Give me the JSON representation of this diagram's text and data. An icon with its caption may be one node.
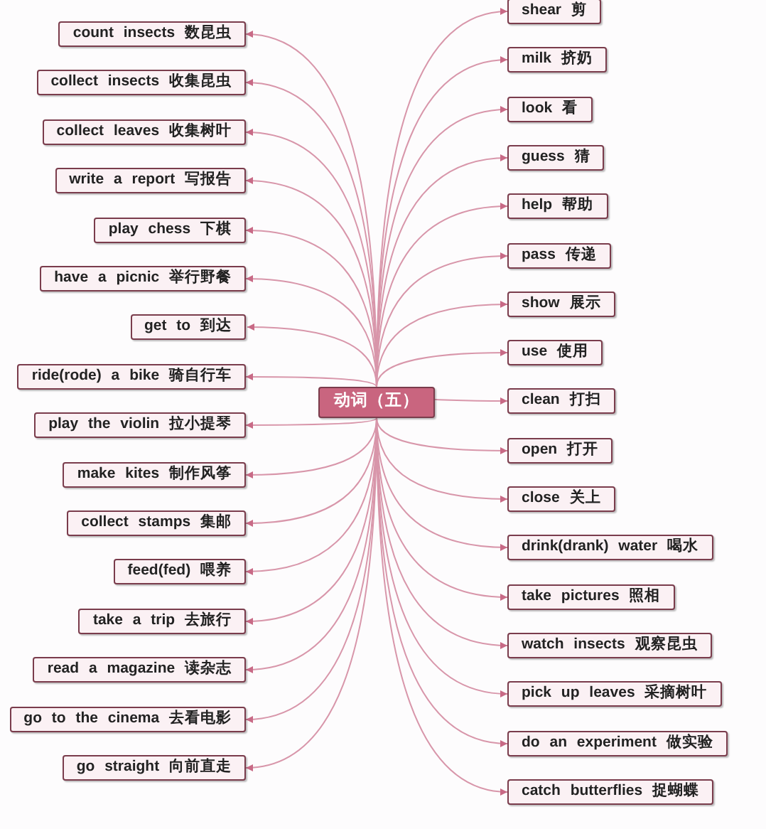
{
  "diagram": {
    "nodes": [
      {
        "text": [
          "动词（五）"
        ]
      },
      {
        "text": [
          "count insects 数昆虫"
        ]
      },
      {
        "text": [
          "collect insects 收集昆虫"
        ]
      },
      {
        "text": [
          "collect leaves 收集树叶"
        ]
      },
      {
        "text": [
          "write a report 写报告"
        ]
      },
      {
        "text": [
          "play chess 下棋"
        ]
      },
      {
        "text": [
          "have a picnic 举行野餐"
        ]
      },
      {
        "text": [
          "get to 到达"
        ]
      },
      {
        "text": [
          "ride(rode) a bike 骑自行车"
        ]
      },
      {
        "text": [
          "play the violin 拉小提琴"
        ]
      },
      {
        "text": [
          "make kites 制作风筝"
        ]
      },
      {
        "text": [
          "collect stamps 集邮"
        ]
      },
      {
        "text": [
          "feed(fed) 喂养"
        ]
      },
      {
        "text": [
          "take a trip 去旅行"
        ]
      },
      {
        "text": [
          "read a magazine 读杂志"
        ]
      },
      {
        "text": [
          "go to the cinema 去看电影"
        ]
      },
      {
        "text": [
          "go straight 向前直走"
        ]
      },
      {
        "text": [
          "shear 剪"
        ]
      },
      {
        "text": [
          "milk 挤奶"
        ]
      },
      {
        "text": [
          "look 看"
        ]
      },
      {
        "text": [
          "guess 猜"
        ]
      },
      {
        "text": [
          "help 帮助"
        ]
      },
      {
        "text": [
          "pass 传递"
        ]
      },
      {
        "text": [
          "show 展示"
        ]
      },
      {
        "text": [
          "use 使用"
        ]
      },
      {
        "text": [
          "clean 打扫"
        ]
      },
      {
        "text": [
          "open 打开"
        ]
      },
      {
        "text": [
          "close 关上"
        ]
      },
      {
        "text": [
          "drink(drank) water 喝水"
        ]
      },
      {
        "text": [
          "take pictures 照相"
        ]
      },
      {
        "text": [
          "watch insects 观察昆虫"
        ]
      },
      {
        "text": [
          "pick up leaves 采摘树叶"
        ]
      },
      {
        "text": [
          "do an experiment 做实验"
        ]
      },
      {
        "text": [
          "catch butterflies 捉蝴蝶"
        ]
      }
    ],
    "edges": [
      {
        "from": 0,
        "to": 1,
        "arrow": "to"
      },
      {
        "from": 0,
        "to": 2,
        "arrow": "to"
      },
      {
        "from": 0,
        "to": 3,
        "arrow": "to"
      },
      {
        "from": 0,
        "to": 4,
        "arrow": "to"
      },
      {
        "from": 0,
        "to": 5,
        "arrow": "to"
      },
      {
        "from": 0,
        "to": 6,
        "arrow": "to"
      },
      {
        "from": 0,
        "to": 7,
        "arrow": "to"
      },
      {
        "from": 0,
        "to": 8,
        "arrow": "to"
      },
      {
        "from": 0,
        "to": 9,
        "arrow": "to"
      },
      {
        "from": 0,
        "to": 10,
        "arrow": "to"
      },
      {
        "from": 0,
        "to": 11,
        "arrow": "to"
      },
      {
        "from": 0,
        "to": 12,
        "arrow": "to"
      },
      {
        "from": 0,
        "to": 13,
        "arrow": "to"
      },
      {
        "from": 0,
        "to": 14,
        "arrow": "to"
      },
      {
        "from": 0,
        "to": 15,
        "arrow": "to"
      },
      {
        "from": 0,
        "to": 16,
        "arrow": "to"
      },
      {
        "from": 0,
        "to": 17,
        "arrow": "to"
      },
      {
        "from": 0,
        "to": 18,
        "arrow": "to"
      },
      {
        "from": 0,
        "to": 19,
        "arrow": "to"
      },
      {
        "from": 0,
        "to": 20,
        "arrow": "to"
      },
      {
        "from": 0,
        "to": 21,
        "arrow": "to"
      },
      {
        "from": 0,
        "to": 22,
        "arrow": "to"
      },
      {
        "from": 0,
        "to": 23,
        "arrow": "to"
      },
      {
        "from": 0,
        "to": 24,
        "arrow": "to"
      },
      {
        "from": 0,
        "to": 25,
        "arrow": "to"
      },
      {
        "from": 0,
        "to": 26,
        "arrow": "to"
      },
      {
        "from": 0,
        "to": 27,
        "arrow": "to"
      },
      {
        "from": 0,
        "to": 28,
        "arrow": "to"
      },
      {
        "from": 0,
        "to": 29,
        "arrow": "to"
      },
      {
        "from": 0,
        "to": 30,
        "arrow": "to"
      },
      {
        "from": 0,
        "to": 31,
        "arrow": "to"
      },
      {
        "from": 0,
        "to": 32,
        "arrow": "to"
      },
      {
        "from": 0,
        "to": 33,
        "arrow": "to"
      }
    ]
  }
}
